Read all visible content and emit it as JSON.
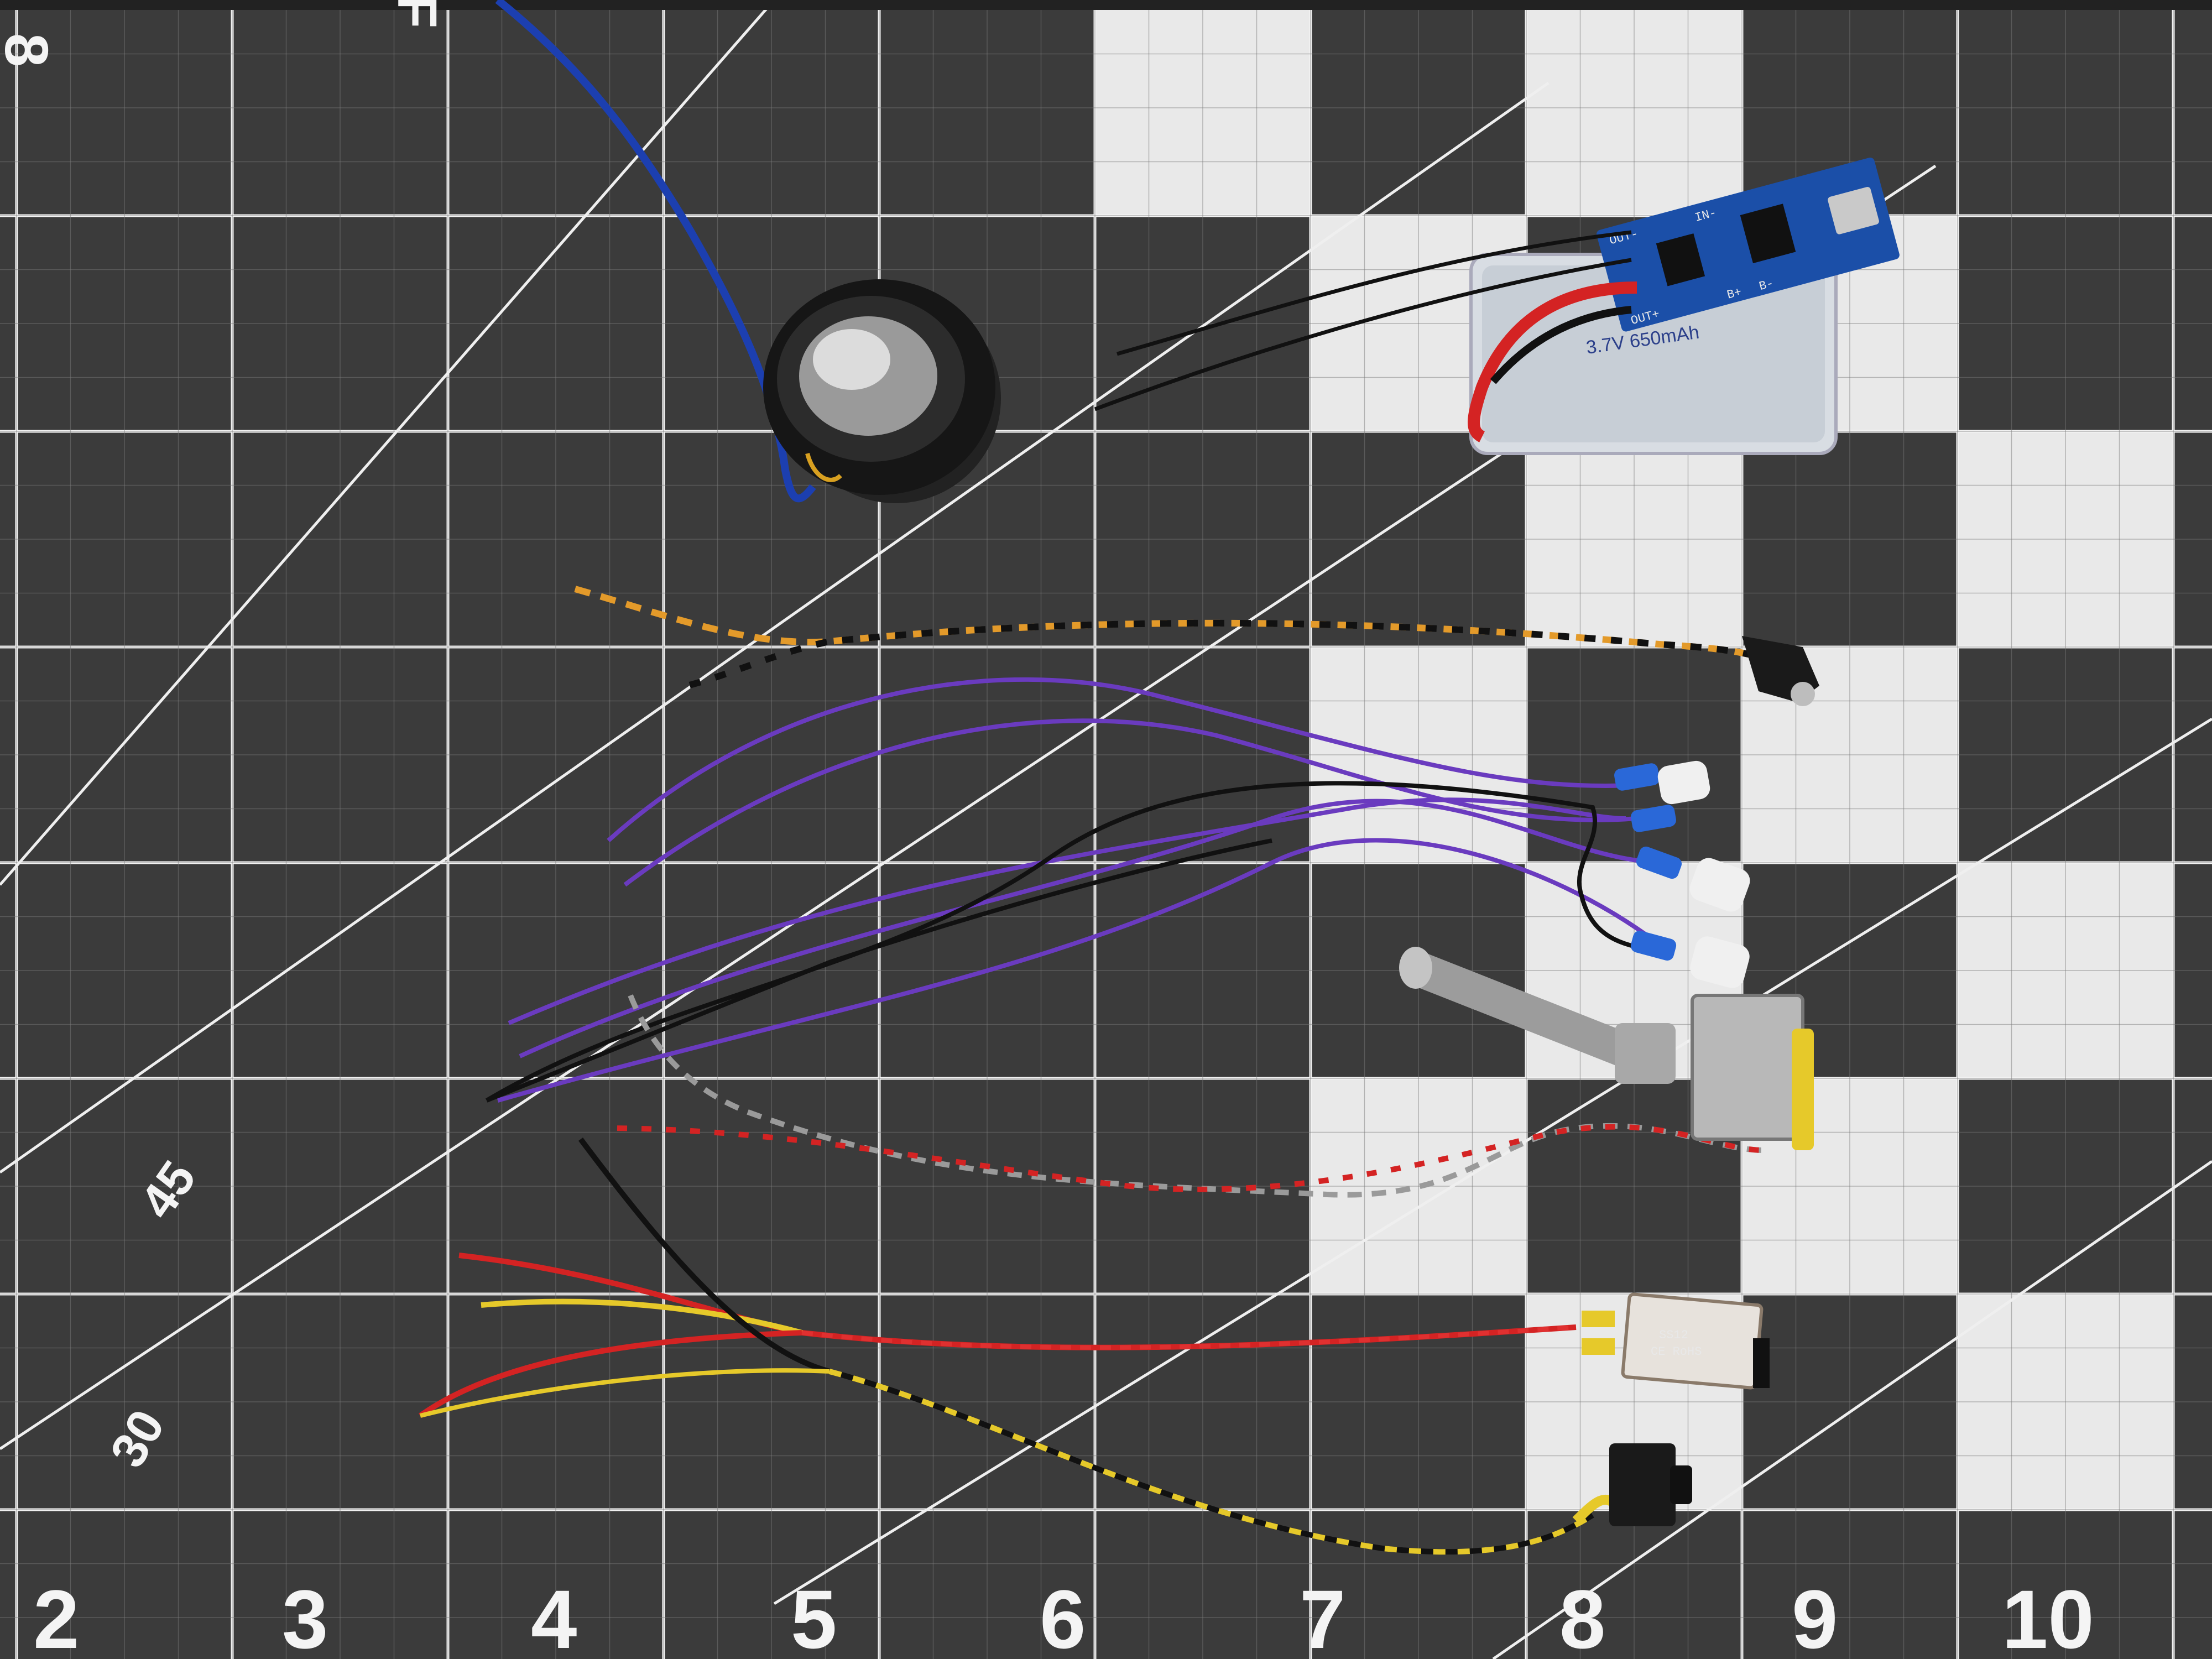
{
  "scene": {
    "mat_colors": {
      "dark": "#3b3b3b",
      "dark_alt": "#454545",
      "light": "#e9e9e9",
      "grid_line": "#f2f2f2"
    }
  },
  "ruler": {
    "bottom_numbers": [
      "2",
      "3",
      "4",
      "5",
      "6",
      "7",
      "8",
      "9",
      "10"
    ],
    "left_numbers": [
      "8",
      "F"
    ],
    "angle_labels": [
      "45",
      "30"
    ]
  },
  "components": {
    "speaker": {
      "wire_color": "#1c3fb0"
    },
    "charger_board": {
      "pcb_color": "#1b4fa8",
      "pin_labels": [
        "OUT-",
        "OUT+",
        "IN-",
        "B+",
        "B-"
      ],
      "battery_label": [
        "3.7V 650mAh"
      ]
    },
    "wires": {
      "orange_pair": [
        "#e39a2a",
        "#111111"
      ],
      "purple": "#6a3bbf",
      "red_gray_pair": [
        "#d42323",
        "#9a9a9a"
      ],
      "red_yellow": [
        "#d42323",
        "#e6c92a"
      ],
      "black_yellow_pair": [
        "#111111",
        "#e6c92a"
      ]
    },
    "slide_switch_text": [
      "SS12",
      "CE RoHS"
    ]
  }
}
